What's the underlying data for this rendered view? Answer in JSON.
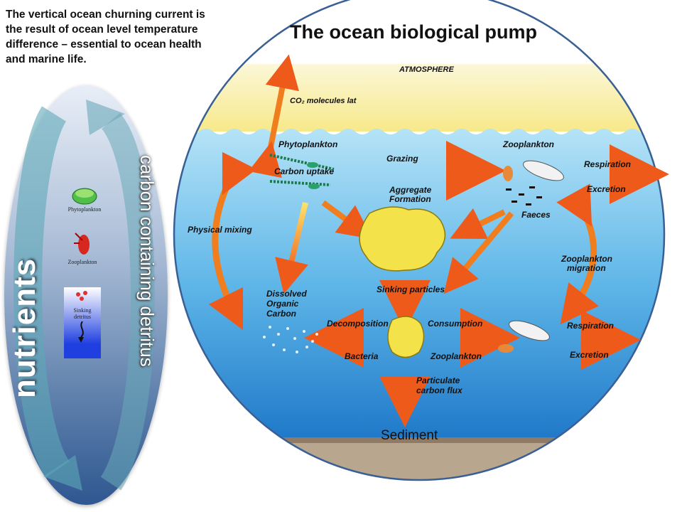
{
  "intro_text": "The vertical  ocean churning current is  the result of ocean level temperature difference – essential to ocean health and marine life.",
  "title": "The ocean biological pump",
  "side_panel": {
    "big_label": "nutrients",
    "right_label": "carbon containing detritus",
    "icons": [
      {
        "label": "Phytoplankton"
      },
      {
        "label": "Zooplankton"
      },
      {
        "label": "Sinking detritus"
      }
    ]
  },
  "diagram": {
    "atmosphere": "ATMOSPHERE",
    "co2": "CO₂ molecules lat",
    "phytoplankton": "Phytoplankton",
    "carbon_uptake": "Carbon uptake",
    "grazing": "Grazing",
    "zooplankton_top": "Zooplankton",
    "respiration_top": "Respiration",
    "excretion_top": "Excretion",
    "aggregate": "Aggregate",
    "formation": "Formation",
    "faeces": "Faeces",
    "physical_mixing": "Physical mixing",
    "zoo_migration_1": "Zooplankton",
    "zoo_migration_2": "migration",
    "sinking_particles": "Sinking particles",
    "dissolved_1": "Dissolved",
    "dissolved_2": "Organic",
    "dissolved_3": "Carbon",
    "decomposition": "Decomposition",
    "bacteria": "Bacteria",
    "consumption": "Consumption",
    "zooplankton_bottom": "Zooplankton",
    "respiration_bottom": "Respiration",
    "excretion_bottom": "Excretion",
    "particulate_1": "Particulate",
    "particulate_2": "carbon flux",
    "sediment": "Sediment"
  },
  "colors": {
    "ocean_top": "#a8d8f0",
    "ocean_bottom": "#1c77c8",
    "arrow": "#f07d1e",
    "aggregate": "#f4e24a",
    "circle_border": "#3a5f95"
  }
}
